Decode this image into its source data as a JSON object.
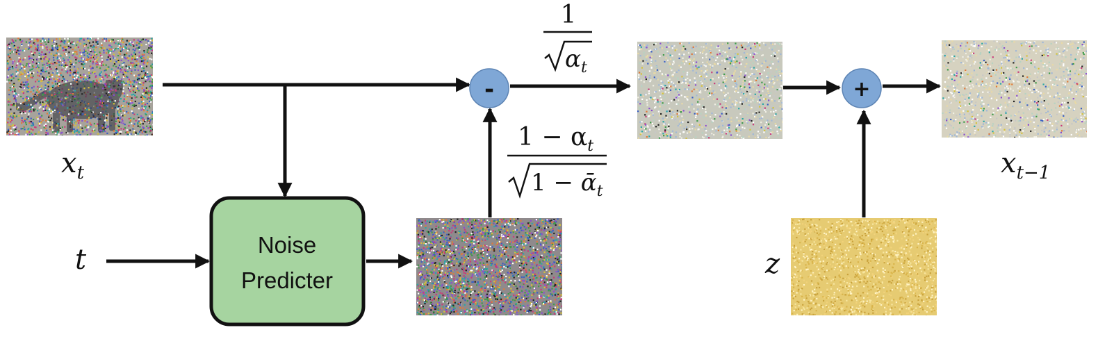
{
  "labels": {
    "x_t": "x",
    "x_t_sub": "t",
    "x_t_minus_1": "x",
    "x_t_minus_1_sub": "t−1",
    "t": "t",
    "z": "z"
  },
  "noise_predicter": {
    "line1": "Noise",
    "line2": "Predicter",
    "fill": "#a6d4a0",
    "stroke": "#111111"
  },
  "operators": {
    "minus": "-",
    "plus": "+",
    "fill": "#7fa7d6"
  },
  "formulas": {
    "scale_numerator": "1",
    "scale_alpha": "α",
    "scale_alpha_sub": "t",
    "coef_num_one": "1 − α",
    "coef_num_sub": "t",
    "coef_den_one": "1 − ",
    "coef_den_alpha": "ᾱ",
    "coef_den_sub": "t"
  },
  "images": {
    "noisy_input": "noisy-cat-image",
    "predicted_noise": "predicted-noise-image",
    "denoised_mean": "denoised-cat-image",
    "output": "output-cat-image",
    "random_noise_z": "random-noise-image",
    "noise_z_color": "#e6cb72"
  }
}
